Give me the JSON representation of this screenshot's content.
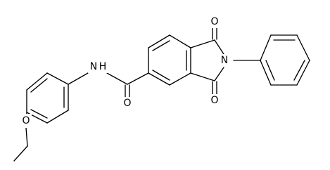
{
  "colors": {
    "bond": "#000000",
    "label": "#000000",
    "background": "#ffffff"
  },
  "atoms": {
    "amide_nitrogen": "N",
    "amide_hydrogen": "H",
    "imide_nitrogen": "N",
    "carbonyl_oxygen_top": "O",
    "carbonyl_oxygen_bottom": "O",
    "amide_oxygen": "O",
    "ether_oxygen": "O"
  }
}
